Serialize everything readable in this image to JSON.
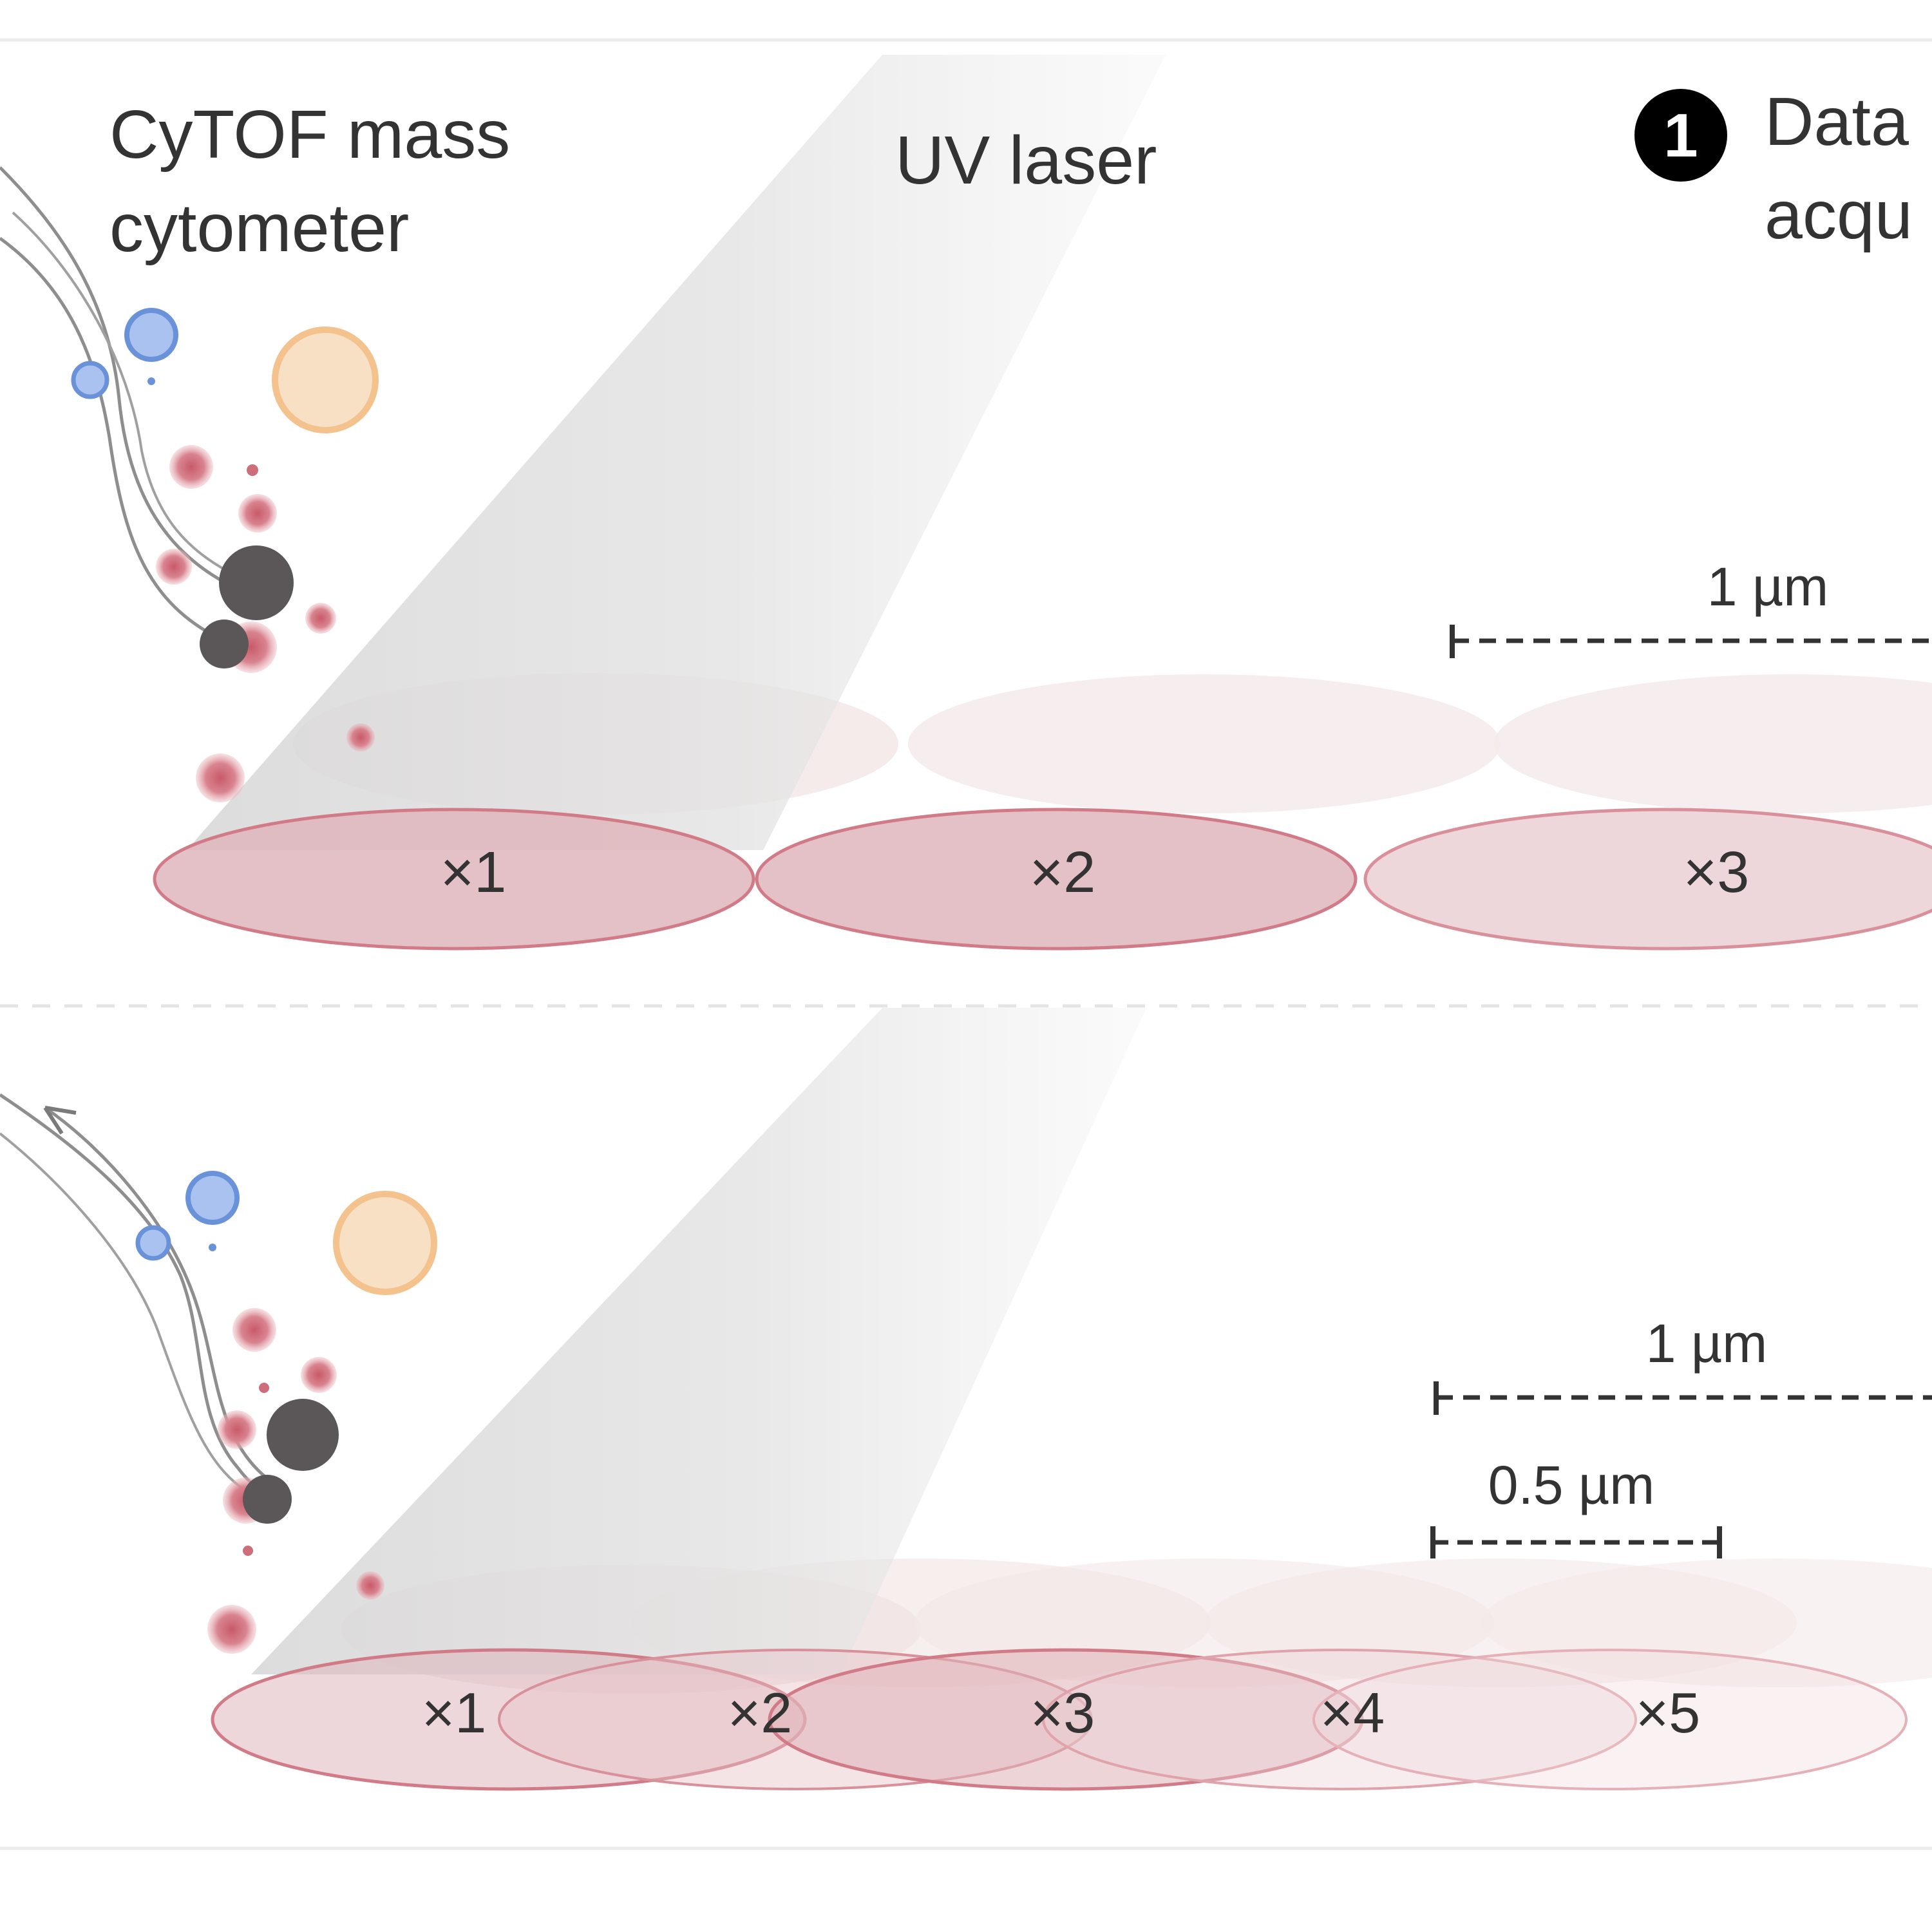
{
  "title": {
    "instrument_line1": "CyTOF mass",
    "instrument_line2": "cytometer",
    "laser": "UV laser",
    "step_number": "1",
    "step_line1": "Data",
    "step_line2": "acqu"
  },
  "panel_top": {
    "scale_label": "1 µm",
    "spots": [
      "×1",
      "×2",
      "×3"
    ]
  },
  "panel_bottom": {
    "scale_label_full": "1 µm",
    "scale_label_half": "0.5 µm",
    "spots": [
      "×1",
      "×2",
      "×3",
      "×4",
      "×5"
    ]
  },
  "colors": {
    "laser_beam": "#dcdcdc",
    "spot_fill": "#dfb9bf",
    "spot_stroke": "#d27b88",
    "ghost_spot": "#f3e7e7",
    "ion_red": "#cf6e7b",
    "ion_blue": "#6a92d8",
    "ion_orange": "#f3c28d",
    "ion_dark": "#5b5657",
    "badge": "#000000"
  }
}
